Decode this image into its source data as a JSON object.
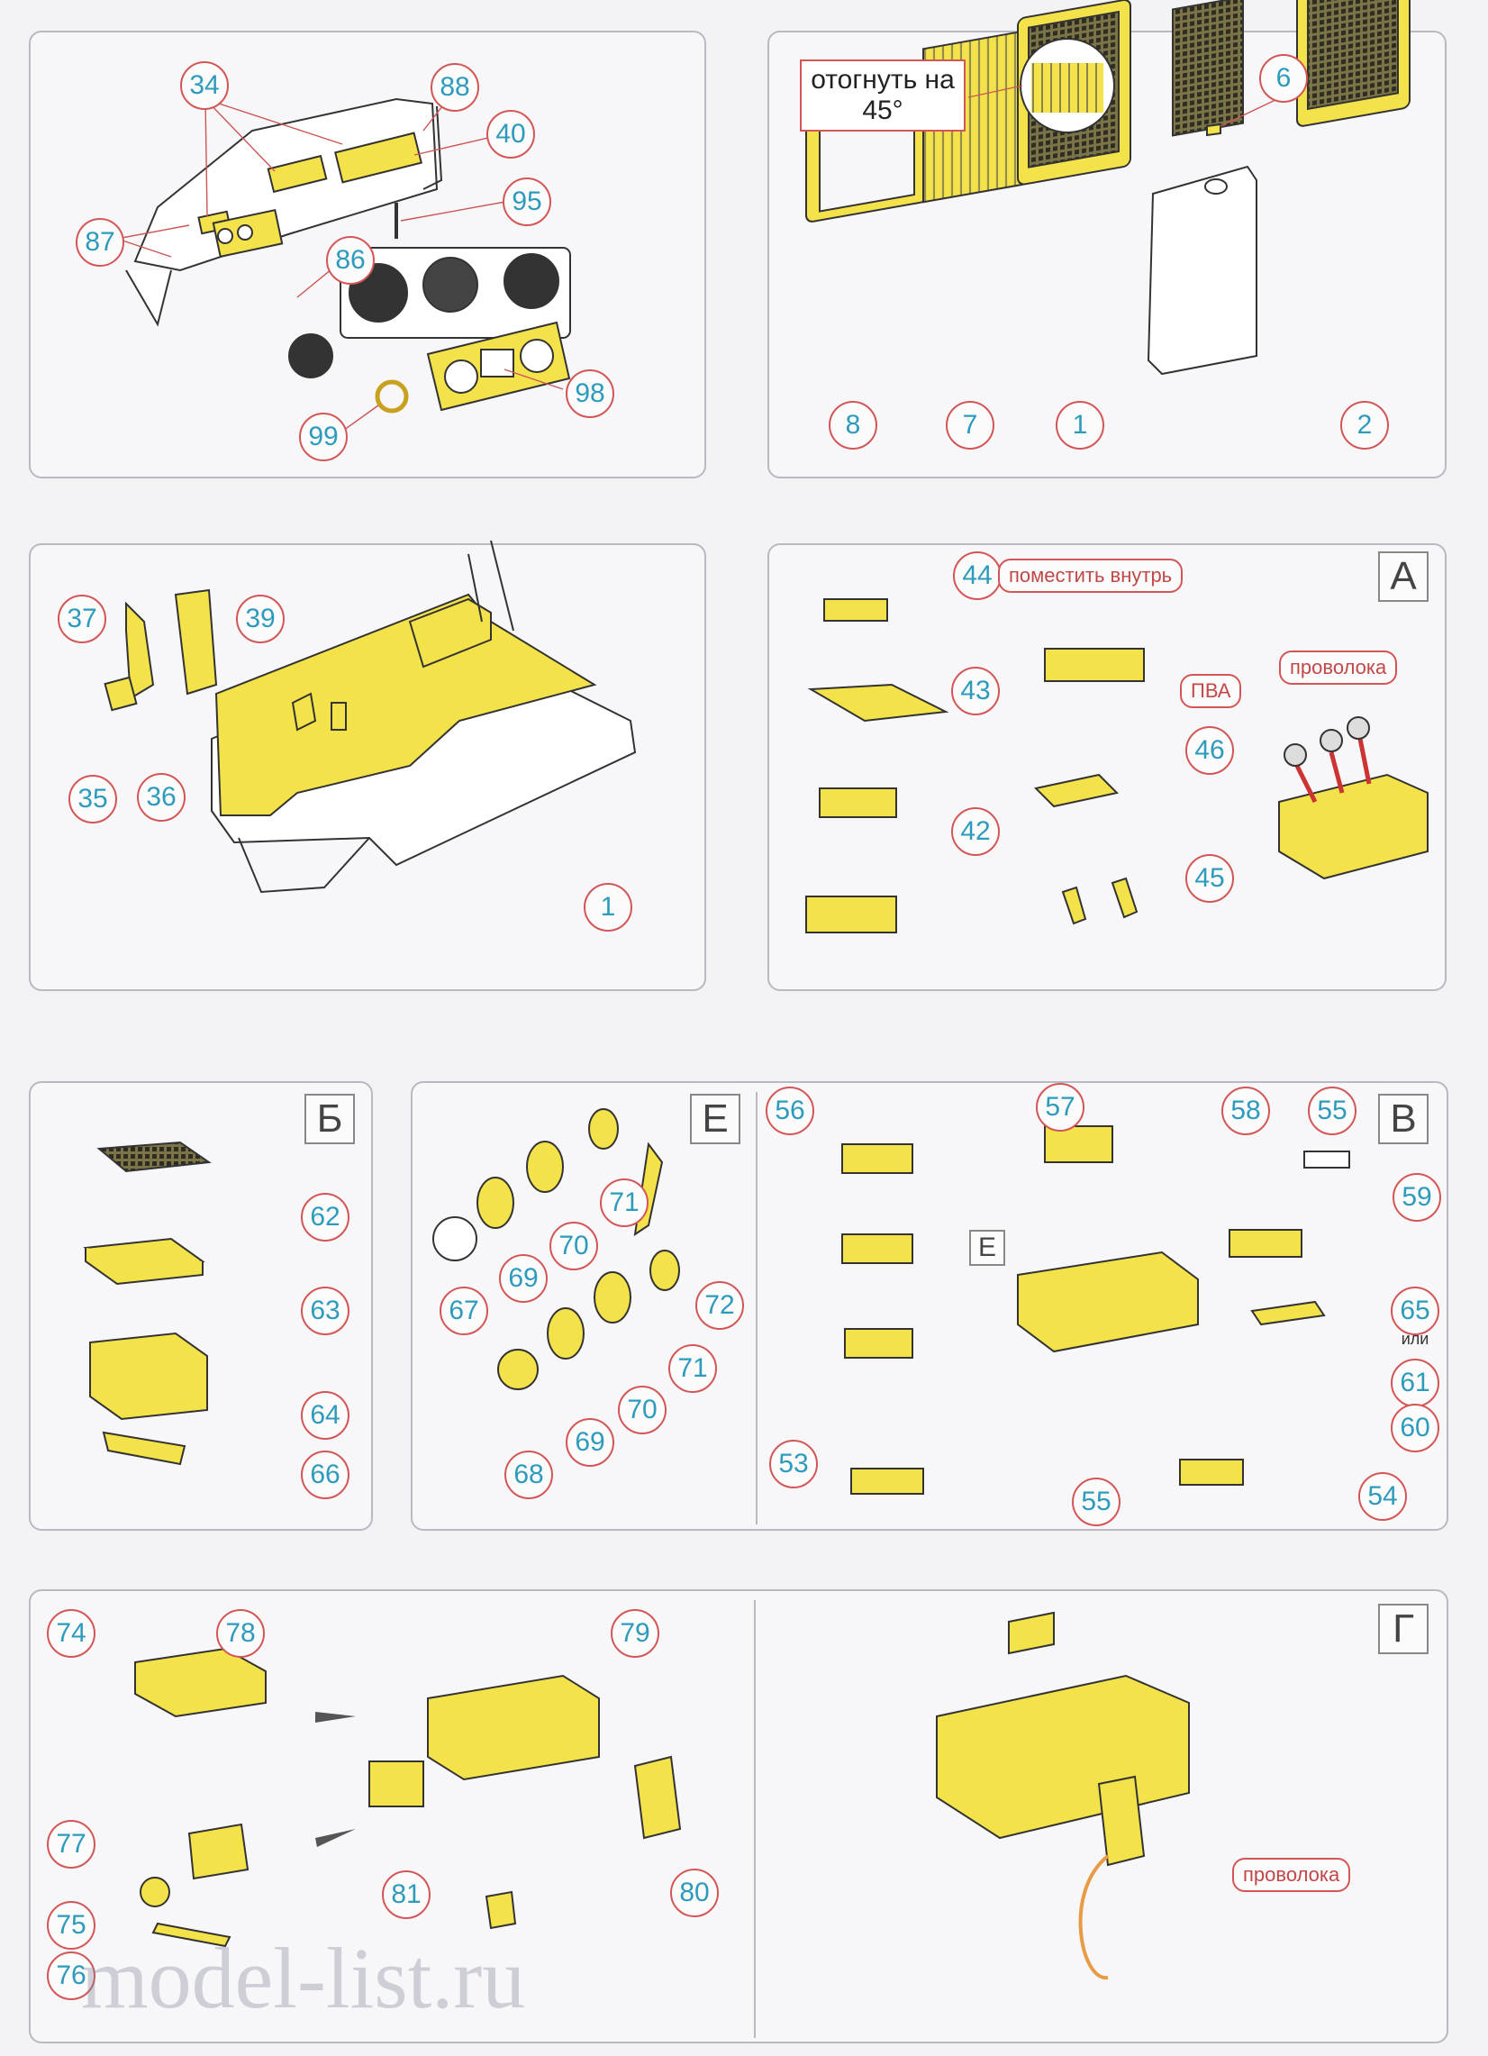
{
  "colors": {
    "part": "#f4e24a",
    "outline": "#333",
    "label_text": "#2e9bbd",
    "label_ring": "#d35656",
    "panel_border": "#b9b9c4"
  },
  "panels": {
    "dashboard": {
      "labels": [
        "34",
        "88",
        "40",
        "95",
        "87",
        "86",
        "98",
        "99"
      ]
    },
    "radiator": {
      "note": "отогнуть на 45°",
      "labels": [
        "6",
        "8",
        "7",
        "1",
        "2"
      ]
    },
    "floor": {
      "labels": [
        "37",
        "39",
        "35",
        "36",
        "1"
      ]
    },
    "panel_a": {
      "letter": "А",
      "note_inside": "поместить внутрь",
      "note_pva": "ПВА",
      "note_wire": "проволока",
      "labels": [
        "44",
        "43",
        "42",
        "46",
        "45"
      ]
    },
    "panel_b": {
      "letter": "Б",
      "labels": [
        "62",
        "63",
        "64",
        "66"
      ]
    },
    "panel_e": {
      "letter": "Е",
      "labels": [
        "71",
        "70",
        "69",
        "67",
        "72",
        "71",
        "70",
        "69",
        "68"
      ]
    },
    "panel_v": {
      "letter": "В",
      "sub_letter": "Е",
      "or_text": "или",
      "labels": [
        "56",
        "57",
        "58",
        "55",
        "59",
        "65",
        "61",
        "60",
        "53",
        "55",
        "54"
      ]
    },
    "panel_radio": {
      "labels": [
        "74",
        "78",
        "79",
        "77",
        "81",
        "80",
        "75",
        "76"
      ]
    },
    "panel_g": {
      "letter": "Г",
      "note_wire": "проволока"
    }
  },
  "watermark": "model-list.ru"
}
